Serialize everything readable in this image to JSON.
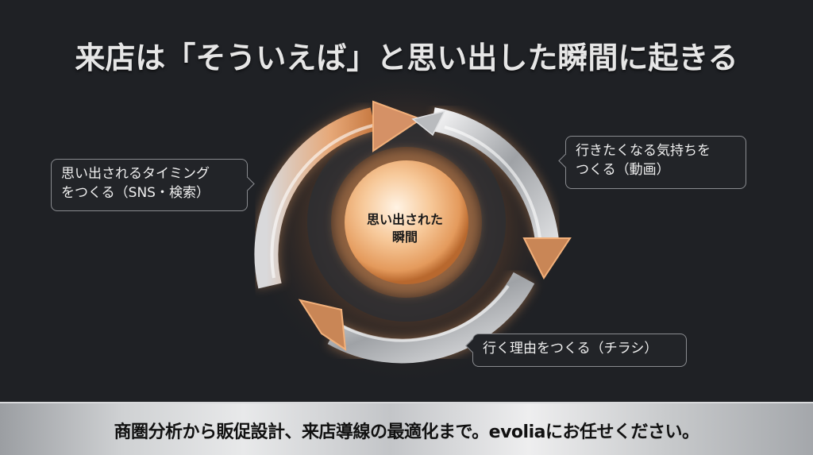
{
  "title": "来店は「そういえば」と思い出した瞬間に起きる",
  "center": {
    "line1": "思い出された",
    "line2": "瞬間"
  },
  "cycle_steps": [
    {
      "line1": "思い出されるタイミング",
      "line2": "をつくる（SNS・検索）"
    },
    {
      "line1": "行きたくなる気持ちを",
      "line2": "つくる（動画）"
    },
    {
      "line1": "行く理由をつくる（チラシ）"
    }
  ],
  "footer": {
    "text": "商圏分析から販促設計、来店導線の最適化まで。evoliaにお任せください。"
  },
  "colors": {
    "background": "#1f2125",
    "accent_orange": "#f0a060",
    "silver": "#d8d9db",
    "title_text": "#e6e6e6"
  },
  "icons": [
    "cycle-arrow-icon",
    "cycle-arrow-icon",
    "cycle-arrow-icon",
    "glowing-sphere-icon"
  ]
}
